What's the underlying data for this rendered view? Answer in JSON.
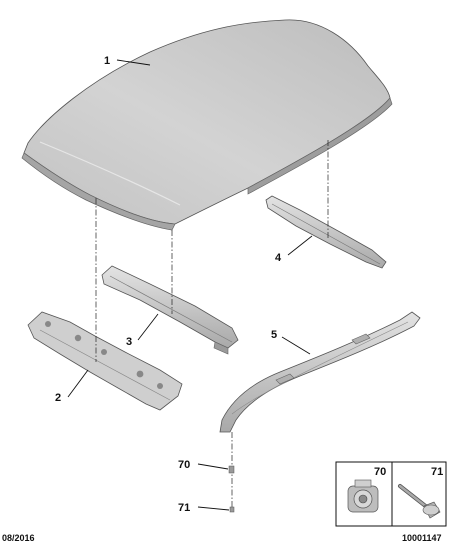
{
  "callouts": {
    "c1": "1",
    "c2": "2",
    "c3": "3",
    "c4": "4",
    "c5": "5",
    "c70": "70",
    "c71": "71"
  },
  "inset": {
    "left_label": "70",
    "right_label": "71"
  },
  "footer": {
    "date": "08/2016",
    "ref": "10001147"
  },
  "colors": {
    "part_light": "#d6d6d6",
    "part_mid": "#b9b9b9",
    "part_dark": "#8e8e8e",
    "line": "#111111"
  }
}
